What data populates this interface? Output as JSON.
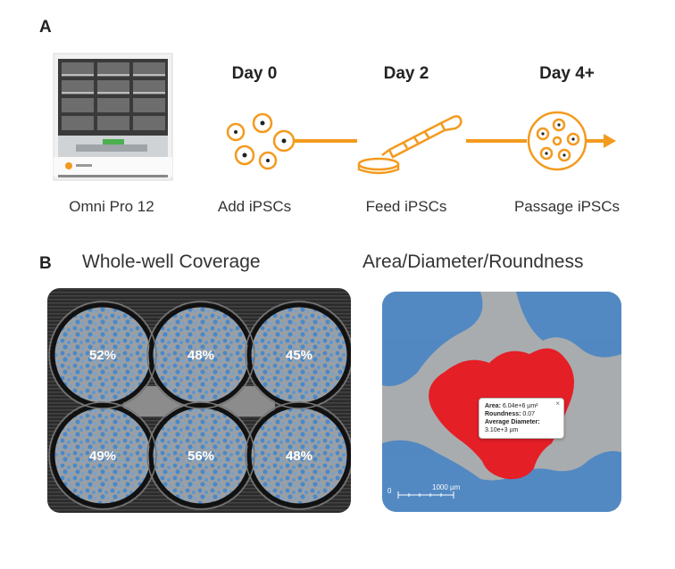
{
  "panel_a": {
    "letter": "A",
    "instrument_caption": "Omni Pro 12",
    "steps": [
      {
        "day": "Day 0",
        "caption": "Add iPSCs",
        "icon": "cells-icon"
      },
      {
        "day": "Day 2",
        "caption": "Feed iPSCs",
        "icon": "pipette-dish-icon"
      },
      {
        "day": "Day 4+",
        "caption": "Passage iPSCs",
        "icon": "passage-plate-icon"
      }
    ],
    "accent_color": "#f39a1e"
  },
  "panel_b": {
    "letter": "B",
    "coverage_title": "Whole-well Coverage",
    "coverage_wells": [
      "52%",
      "48%",
      "45%",
      "49%",
      "56%",
      "48%"
    ],
    "morphology_title": "Area/Diameter/Roundness",
    "tooltip": {
      "area_label": "Area:",
      "area_value": "6.04e+6 µm²",
      "roundness_label": "Roundness:",
      "roundness_value": "0.07",
      "diameter_label": "Average Diameter:",
      "diameter_value": "3.10e+3 µm",
      "close": "×"
    },
    "scale_zero": "0",
    "scale_label": "1000 µm",
    "overlay_blue": "#3f82c8",
    "overlay_red": "#e41f26"
  }
}
